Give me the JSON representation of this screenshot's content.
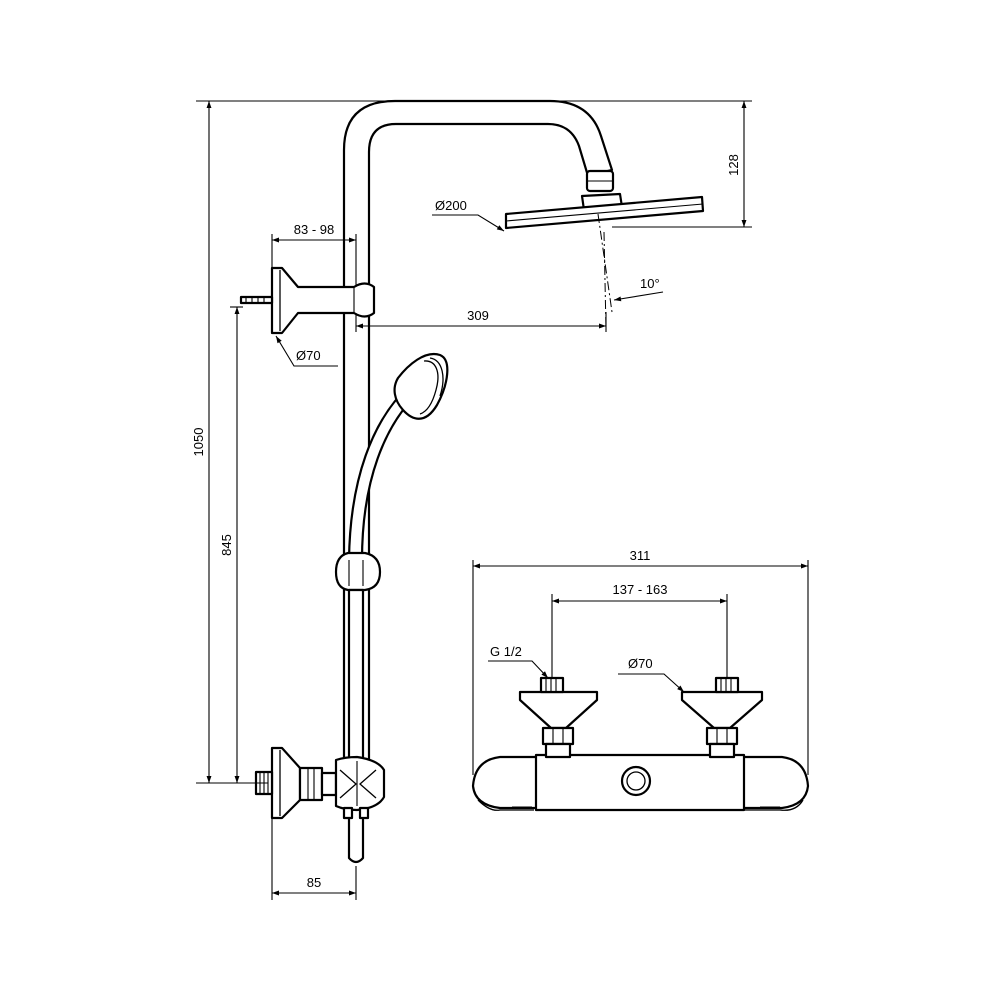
{
  "colors": {
    "line": "#000000",
    "paper": "#ffffff"
  },
  "dimensions": {
    "total_height": "1050",
    "inlet_height": "845",
    "head_drop": "128",
    "head_diameter": "Ø200",
    "head_tilt": "10°",
    "bracket_offset": "83 - 98",
    "arm_reach": "309",
    "bracket_flange": "Ø70",
    "mixer_depth": "85",
    "mixer_width": "311",
    "inlet_centres": "137 - 163",
    "inlet_thread": "G 1/2",
    "inlet_flange": "Ø70"
  }
}
